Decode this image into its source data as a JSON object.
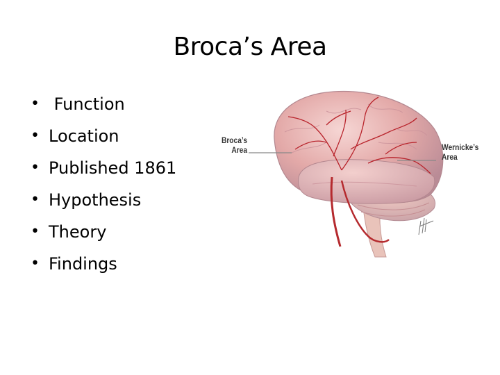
{
  "slide": {
    "title": "Broca’s Area",
    "bullets": [
      {
        "label": " Function"
      },
      {
        "label": "Location"
      },
      {
        "label": "Published 1861"
      },
      {
        "label": "Hypothesis"
      },
      {
        "label": "Theory"
      },
      {
        "label": "Findings"
      }
    ],
    "bullet_glyph": "•",
    "figure": {
      "subject": "brain-lateral-view-illustration",
      "labels": {
        "broca_line1": "Broca’s",
        "broca_line2": "Area",
        "wernicke_line1": "Wernicke’s",
        "wernicke_line2": "Area"
      },
      "colors": {
        "brain": "#e8b4b4",
        "vessels": "#b8232b",
        "leader_lines": "#888888"
      }
    }
  }
}
